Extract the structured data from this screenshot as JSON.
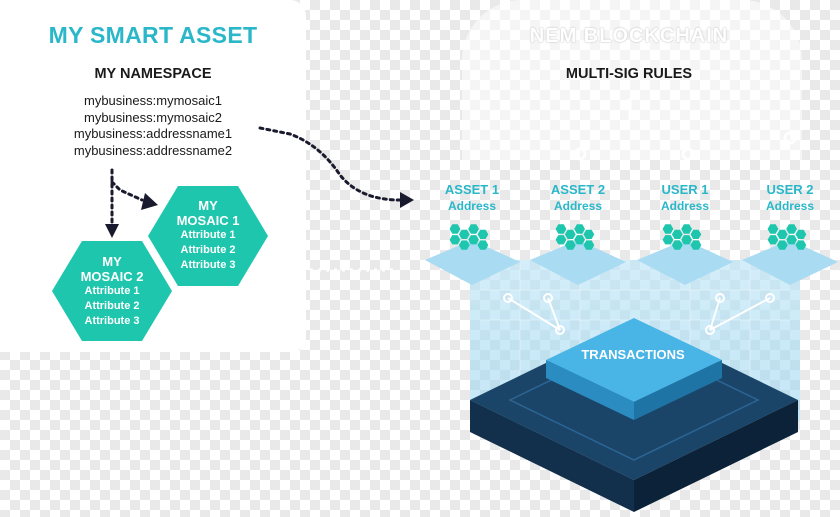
{
  "smart_asset": {
    "title": "MY SMART ASSET",
    "namespace_title": "MY NAMESPACE",
    "namespace_items": [
      "mybusiness:mymosaic1",
      "mybusiness:mymosaic2",
      "mybusiness:addressname1",
      "mybusiness:addressname2"
    ],
    "mosaics": [
      {
        "title_line1": "MY",
        "title_line2": "MOSAIC 1",
        "attributes": [
          "Attribute 1",
          "Attribute 2",
          "Attribute 3"
        ]
      },
      {
        "title_line1": "MY",
        "title_line2": "MOSAIC 2",
        "attributes": [
          "Attribute 1",
          "Attribute 2",
          "Attribute 3"
        ]
      }
    ]
  },
  "blockchain": {
    "title": "NEM BLOCKCHAIN",
    "rules_title": "MULTI-SIG RULES",
    "accounts": [
      {
        "name": "ASSET 1",
        "sub": "Address"
      },
      {
        "name": "ASSET 2",
        "sub": "Address"
      },
      {
        "name": "USER 1",
        "sub": "Address"
      },
      {
        "name": "USER 2",
        "sub": "Address"
      }
    ],
    "transactions_label": "TRANSACTIONS"
  },
  "colors": {
    "teal": "#29b7c9",
    "hex_green": "#1ec6ad",
    "dark_navy": "#14304d",
    "block_blue": "#3aa3dc"
  }
}
